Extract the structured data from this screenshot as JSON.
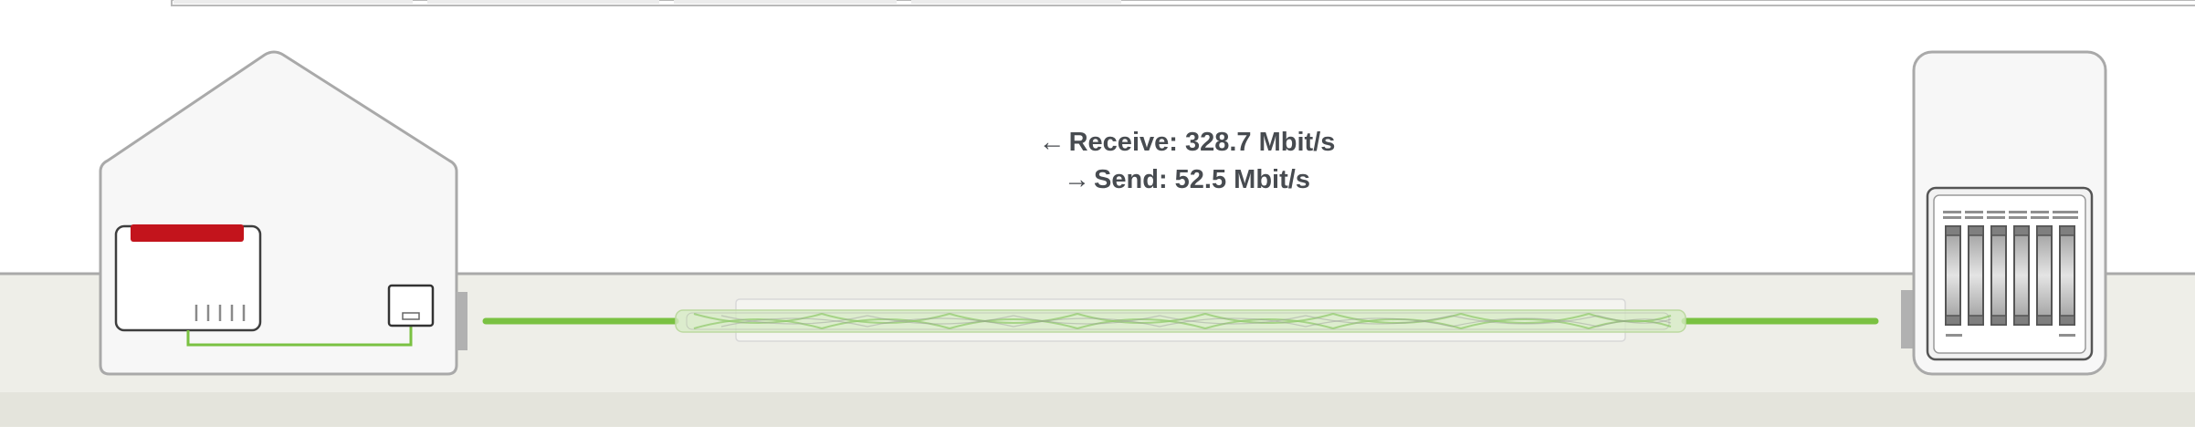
{
  "connection": {
    "receive": {
      "arrow_glyph": "←",
      "label": "Receive:",
      "value": "328.7 Mbit/s"
    },
    "send": {
      "arrow_glyph": "→",
      "label": "Send:",
      "value": "52.5 Mbit/s"
    },
    "line_color": "#7ac142",
    "router_accent": "#c3141c"
  }
}
